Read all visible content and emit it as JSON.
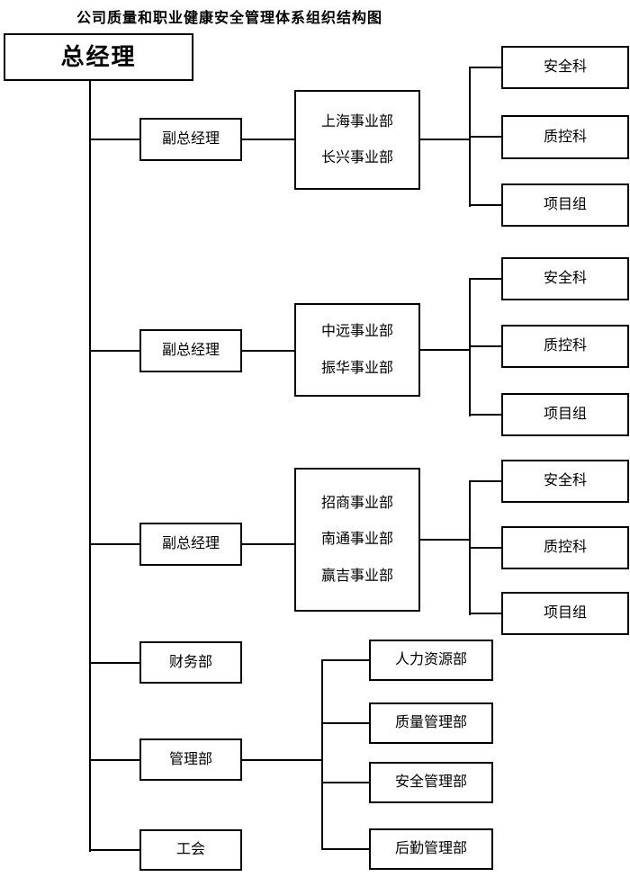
{
  "title": "公司质量和职业健康安全管理体系组织结构图",
  "root": {
    "label": "总经理"
  },
  "branches": [
    {
      "manager": "副总经理",
      "divisions": [
        "上海事业部",
        "长兴事业部"
      ],
      "departments": [
        "安全科",
        "质控科",
        "项目组"
      ]
    },
    {
      "manager": "副总经理",
      "divisions": [
        "中远事业部",
        "振华事业部"
      ],
      "departments": [
        "安全科",
        "质控科",
        "项目组"
      ]
    },
    {
      "manager": "副总经理",
      "divisions": [
        "招商事业部",
        "南通事业部",
        "赢吉事业部"
      ],
      "departments": [
        "安全科",
        "质控科",
        "项目组"
      ]
    },
    {
      "manager": "财务部"
    },
    {
      "manager": "管理部",
      "departments": [
        "人力资源部",
        "质量管理部",
        "安全管理部",
        "后勤管理部"
      ]
    },
    {
      "manager": "工会"
    }
  ]
}
